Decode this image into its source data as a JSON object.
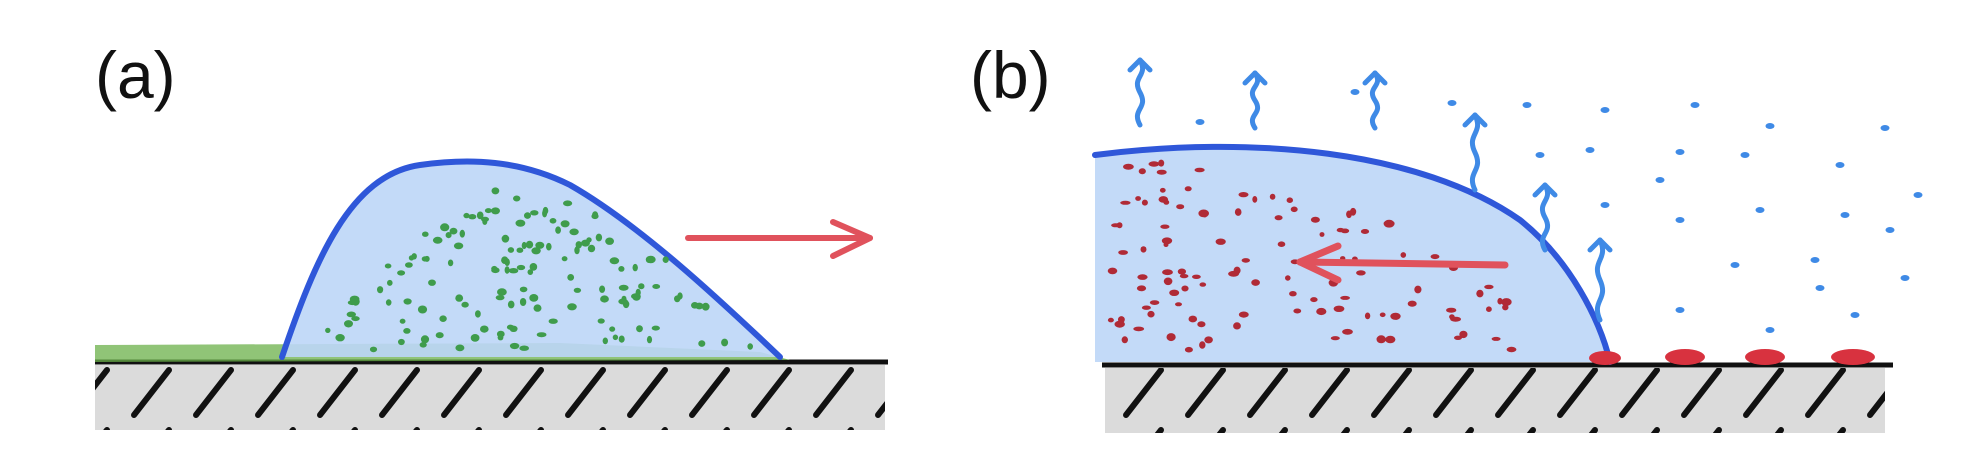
{
  "panels": [
    {
      "id": "a",
      "label": "(a)"
    },
    {
      "id": "b",
      "label": "(b)"
    }
  ],
  "colors": {
    "droplet_fill": "#bcd6f7",
    "droplet_outline": "#2f57d9",
    "green_particles": "#3f9c4c",
    "green_film": "#6bb04a",
    "red_particles": "#b02a36",
    "arrow": "#e0525c",
    "vapor": "#3f8ae6",
    "substrate_shade": "#d0d0d0",
    "substrate_line": "#111111"
  },
  "icons": {
    "arrow_a": "arrow-right-icon",
    "arrow_b": "arrow-left-icon",
    "vapor": "wavy-up-arrow-icon"
  }
}
